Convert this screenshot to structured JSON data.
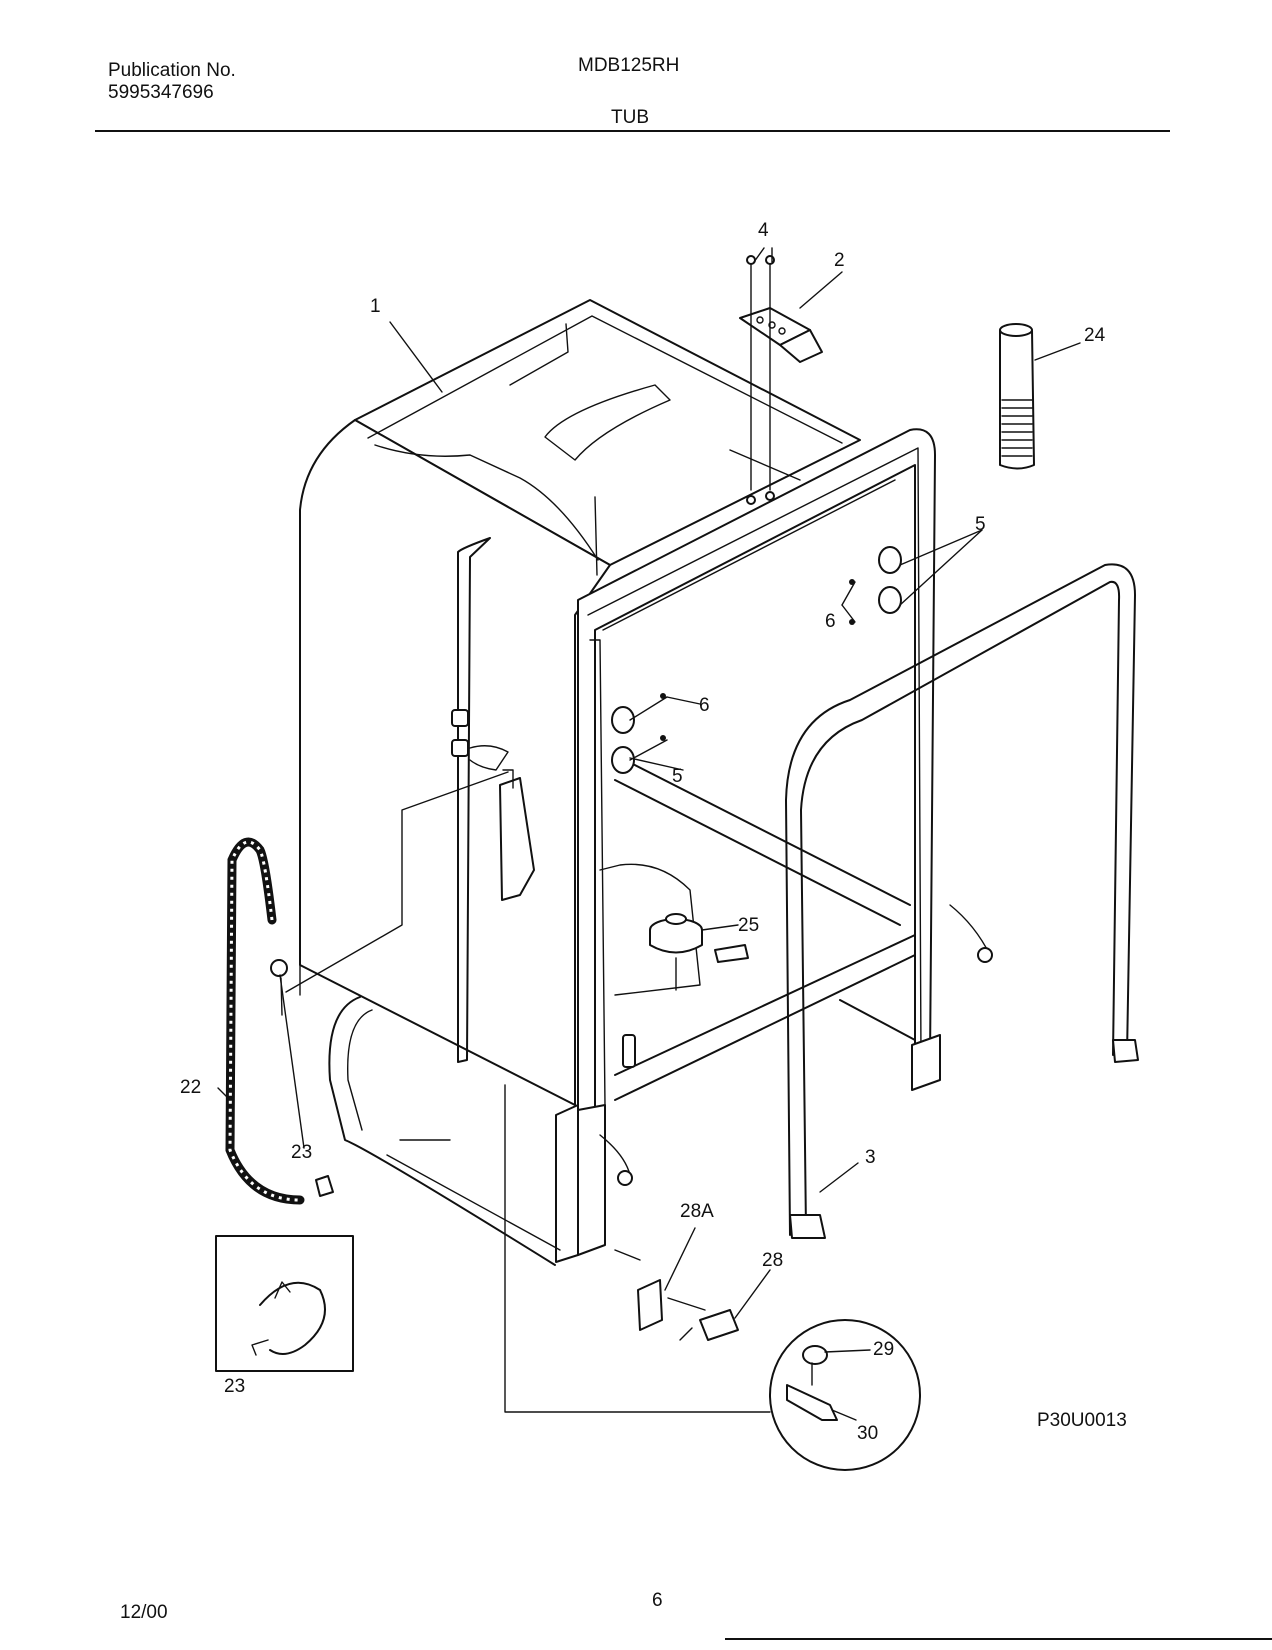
{
  "header": {
    "publication_label": "Publication No.",
    "publication_number": "5995347696",
    "model": "MDB125RH",
    "section_title": "TUB"
  },
  "diagram": {
    "code": "P30U0013",
    "callouts": {
      "c1": "1",
      "c2": "2",
      "c3": "3",
      "c4": "4",
      "c5a": "5",
      "c5b": "5",
      "c6a": "6",
      "c6b": "6",
      "c22": "22",
      "c23a": "23",
      "c23b": "23",
      "c24": "24",
      "c25": "25",
      "c28": "28",
      "c28a": "28A",
      "c29": "29",
      "c30": "30"
    }
  },
  "footer": {
    "date": "12/00",
    "page_number": "6"
  }
}
